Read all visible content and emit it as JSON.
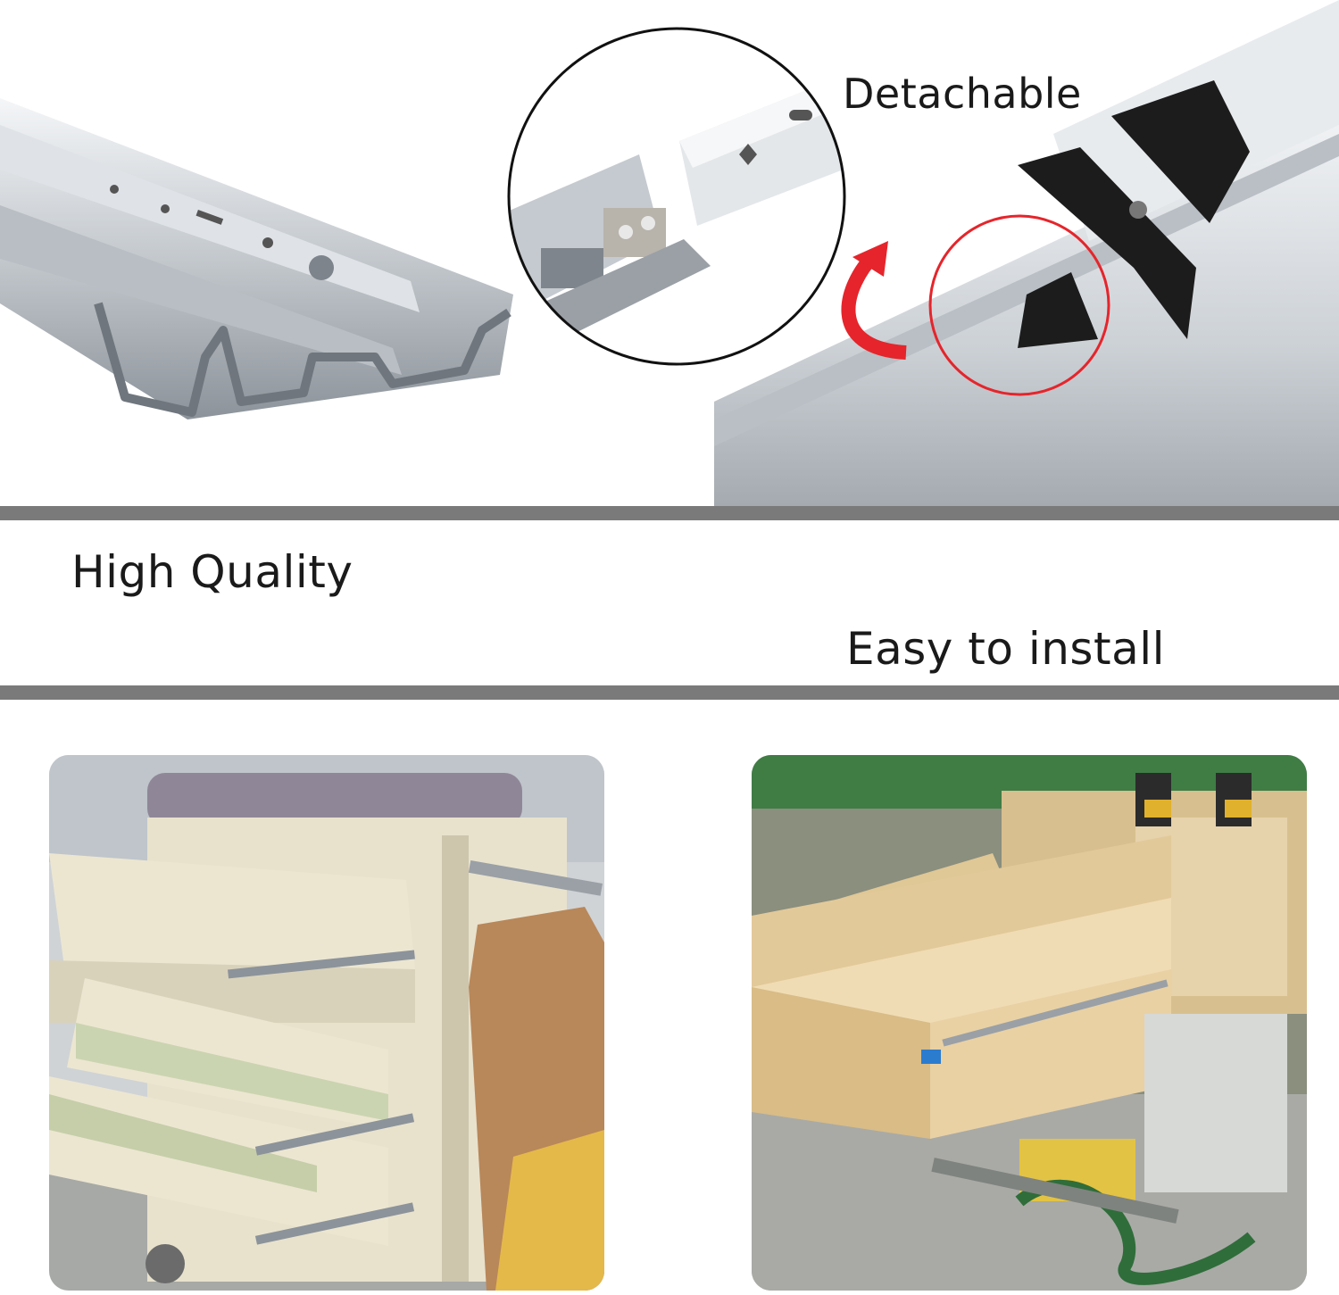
{
  "colors": {
    "background": "#ffffff",
    "band": "#7a7a7a",
    "text": "#1a1a1a",
    "steel_light": "#e9ecef",
    "steel_mid": "#c3c8cd",
    "steel_dark": "#8c939a",
    "accent_red": "#e5252b",
    "plastic_black": "#1c1c1c",
    "cream": "#e9e3cf",
    "plywood": "#e2c99a",
    "floor_grey": "#a9aaa6",
    "hose_green": "#2f6d3a",
    "handle_blue": "#2b7ccf"
  },
  "labels": {
    "detachable": "Detachable",
    "high_quality": "High Quality",
    "easy_install": "Easy to install"
  },
  "icons": {
    "curved_arrow": "curved-arrow-icon",
    "highlight_circle": "highlight-circle-icon"
  }
}
